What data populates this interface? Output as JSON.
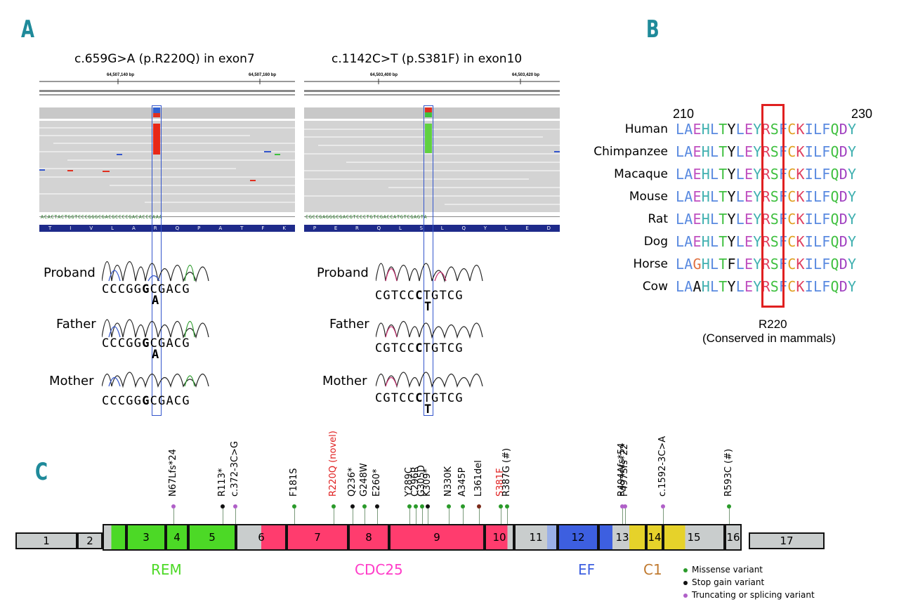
{
  "panels": {
    "a": "A",
    "b": "B",
    "c": "C"
  },
  "colors": {
    "panel_letter": "#1f8a9a",
    "missense": "#2a9a2a",
    "stop_gain": "#111111",
    "truncating": "#b060c8",
    "novel": "#e02020",
    "rem": "#4cd926",
    "cdc25": "#ff3c6e",
    "ef": "#3d5fe0",
    "c1": "#e6d22a",
    "exon_grey": "#c9cdcd",
    "box_blue": "#3355cc",
    "box_red": "#e02020"
  },
  "panelA": {
    "left": {
      "title": "c.659G>A (p.R220Q)  in exon7",
      "coord1": "64,507,140 bp",
      "coord2": "64,507,160 bp",
      "ref_seq": "ACACTACTGGTCCCGGGCGACGCCCCGACACCCAAA",
      "aa_seq": [
        "T",
        "I",
        "V",
        "L",
        "A",
        "R",
        "Q",
        "P",
        "A",
        "T",
        "F",
        "K"
      ],
      "rows": [
        {
          "label": "Proband",
          "seq_pre": "CCCGG",
          "seq_var": "G",
          "seq_post": "CGACG",
          "alt": "A"
        },
        {
          "label": "Father",
          "seq_pre": "CCCGG",
          "seq_var": "G",
          "seq_post": "CGACG",
          "alt": "A"
        },
        {
          "label": "Mother",
          "seq_pre": "CCCGG",
          "seq_var": "G",
          "seq_post": "CGACG",
          "alt": ""
        }
      ]
    },
    "right": {
      "title": "c.1142C>T (p.S381F)  in exon10",
      "coord1": "64,503,400 bp",
      "coord2": "64,503,420 bp",
      "ref_seq": "CGCCGAGGGCGACGTCCCTGTCGACCATGTCGAGTA",
      "aa_seq": [
        "P",
        "E",
        "R",
        "Q",
        "L",
        "S",
        "L",
        "Q",
        "Y",
        "L",
        "E",
        "D"
      ],
      "rows": [
        {
          "label": "Proband",
          "seq_pre": "CGTCC",
          "seq_var": "C",
          "seq_post": "TGTCG",
          "alt": "T"
        },
        {
          "label": "Father",
          "seq_pre": "CGTCC",
          "seq_var": "C",
          "seq_post": "TGTCG",
          "alt": ""
        },
        {
          "label": "Mother",
          "seq_pre": "CGTCC",
          "seq_var": "C",
          "seq_post": "TGTCG",
          "alt": "T"
        }
      ]
    }
  },
  "panelB": {
    "start": "210",
    "end": "230",
    "species": [
      {
        "name": "Human",
        "seq": "LAEHLTYLEYRSFCKILFQDY"
      },
      {
        "name": "Chimpanzee",
        "seq": "LAEHLTYLEYRSFCKILFQDY"
      },
      {
        "name": "Macaque",
        "seq": "LAEHLTYLEYRSFCKILFQDY"
      },
      {
        "name": "Mouse",
        "seq": "LAEHLTYLEYRSFCKILFQDY"
      },
      {
        "name": "Rat",
        "seq": "LAEHLTYLEYRSFCKILFQDY"
      },
      {
        "name": "Dog",
        "seq": "LAEHLTYLEYRSFCKILFQDY"
      },
      {
        "name": "Horse",
        "seq": "LAGHLTFLEYRSFCKILFQDY"
      },
      {
        "name": "Cow",
        "seq": "LAAHLTYLEYRSFCKILFQDY"
      }
    ],
    "residue_label": "R220",
    "residue_note": "(Conserved in mammals)"
  },
  "panelC": {
    "exons": [
      "1",
      "2",
      "3",
      "4",
      "5",
      "6",
      "7",
      "8",
      "9",
      "10",
      "11",
      "12",
      "13",
      "14",
      "15",
      "16",
      "17"
    ],
    "variants": [
      {
        "label": "N67Lfs*24",
        "type": "truncating"
      },
      {
        "label": "R113*",
        "type": "stop_gain"
      },
      {
        "label": "c.372-3C>G",
        "type": "truncating"
      },
      {
        "label": "F181S",
        "type": "missense"
      },
      {
        "label": "R220Q (novel)",
        "type": "missense",
        "novel": true
      },
      {
        "label": "Q236*",
        "type": "stop_gain"
      },
      {
        "label": "G248W",
        "type": "missense"
      },
      {
        "label": "E260*",
        "type": "stop_gain"
      },
      {
        "label": "Y289C",
        "type": "missense"
      },
      {
        "label": "C296R",
        "type": "missense"
      },
      {
        "label": "G305D",
        "type": "missense"
      },
      {
        "label": "K309*",
        "type": "stop_gain"
      },
      {
        "label": "N330K",
        "type": "missense"
      },
      {
        "label": "A345P",
        "type": "missense"
      },
      {
        "label": "L361del",
        "type": "missense"
      },
      {
        "label": "S381F",
        "type": "missense",
        "novel": true
      },
      {
        "label": "R387G (#)",
        "type": "missense"
      },
      {
        "label": "R494Afs*54",
        "type": "truncating"
      },
      {
        "label": "F497Sfs*22",
        "type": "truncating"
      },
      {
        "label": "c.1592-3C>A",
        "type": "truncating"
      },
      {
        "label": "R593C (#)",
        "type": "missense"
      }
    ],
    "domains": {
      "rem": "REM",
      "cdc25": "CDC25",
      "ef": "EF",
      "c1": "C1"
    },
    "legend": {
      "missense": "Missense variant",
      "stop_gain": "Stop gain variant",
      "truncating": "Truncating or splicing variant"
    }
  }
}
